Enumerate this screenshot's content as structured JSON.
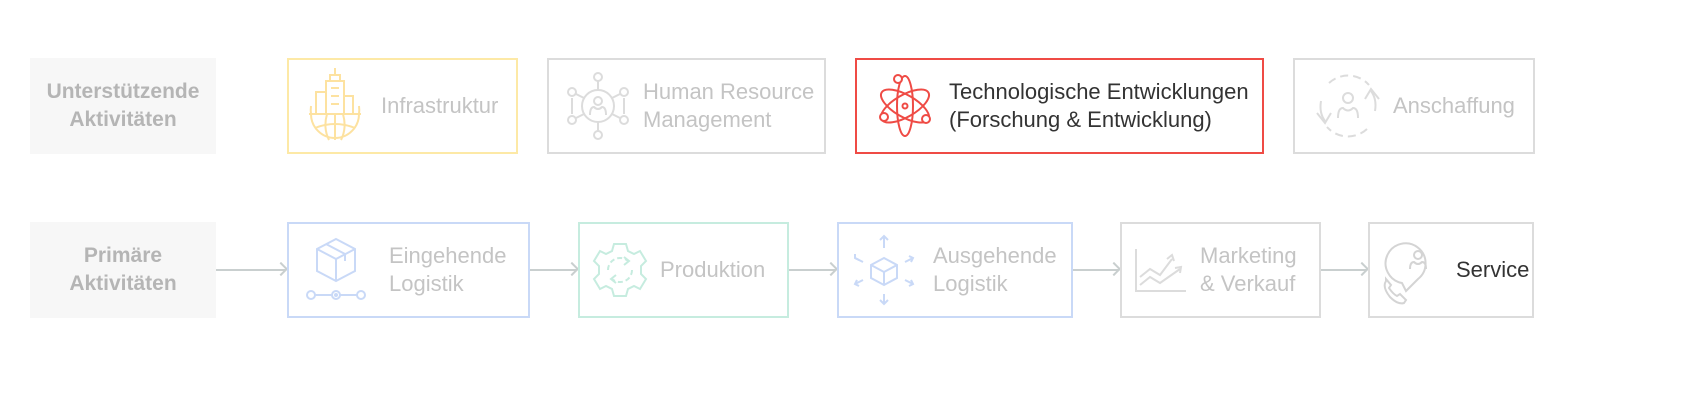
{
  "support": {
    "label_line1": "Unterstützende",
    "label_line2": "Aktivitäten",
    "items": [
      {
        "id": "infrastruktur",
        "line1": "Infrastruktur",
        "line2": "",
        "icon": "city-globe-icon",
        "color": "#fde9a6",
        "state": "faded"
      },
      {
        "id": "hr",
        "line1": "Human Resource",
        "line2": "Management",
        "icon": "people-network-icon",
        "color": "#dcdcdc",
        "state": "faded"
      },
      {
        "id": "technologie",
        "line1": "Technologische Entwicklungen",
        "line2": "(Forschung & Entwicklung)",
        "icon": "atom-icon",
        "color": "#ef4b45",
        "state": "active"
      },
      {
        "id": "anschaffung",
        "line1": "Anschaffung",
        "line2": "",
        "icon": "person-cycle-icon",
        "color": "#dcdcdc",
        "state": "faded"
      }
    ]
  },
  "primary": {
    "label_line1": "Primäre",
    "label_line2": "Aktivitäten",
    "items": [
      {
        "id": "eingehende",
        "line1": "Eingehende",
        "line2": "Logistik",
        "icon": "box-path-icon",
        "color": "#c9d9f7",
        "state": "faded"
      },
      {
        "id": "produktion",
        "line1": "Produktion",
        "line2": "",
        "icon": "gear-cycle-icon",
        "color": "#c6ecdf",
        "state": "faded"
      },
      {
        "id": "ausgehende",
        "line1": "Ausgehende",
        "line2": "Logistik",
        "icon": "box-arrows-icon",
        "color": "#c9d9f7",
        "state": "faded"
      },
      {
        "id": "marketing",
        "line1": "Marketing",
        "line2": "& Verkauf",
        "icon": "trend-chart-icon",
        "color": "#dcdcdc",
        "state": "faded"
      },
      {
        "id": "service",
        "line1": "Service",
        "line2": "",
        "icon": "phone-person-icon",
        "color": "#dcdcdc",
        "state": "active-neutral"
      }
    ]
  }
}
